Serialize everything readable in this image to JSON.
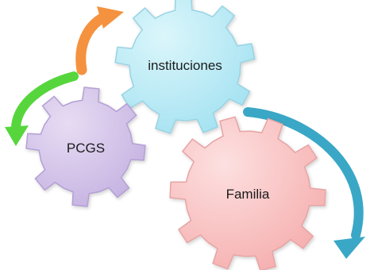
{
  "gears": [
    {
      "id": "instituciones",
      "label": "instituciones",
      "fill_light": "#dbf6fb",
      "fill_dark": "#9fe0f0",
      "stroke": "#9ad3e3"
    },
    {
      "id": "pcgs",
      "label": "PCGS",
      "fill_light": "#e7dcf3",
      "fill_dark": "#c2aee0",
      "stroke": "#b3a0d4"
    },
    {
      "id": "familia",
      "label": "Familia",
      "fill_light": "#fde0e0",
      "fill_dark": "#f5aaaa",
      "stroke": "#e7a4a4"
    }
  ],
  "arrows": [
    {
      "id": "orange-arrow",
      "color": "#f4923f"
    },
    {
      "id": "green-arrow",
      "color": "#56d63c"
    },
    {
      "id": "blue-arrow",
      "color": "#3aa7c6"
    }
  ]
}
